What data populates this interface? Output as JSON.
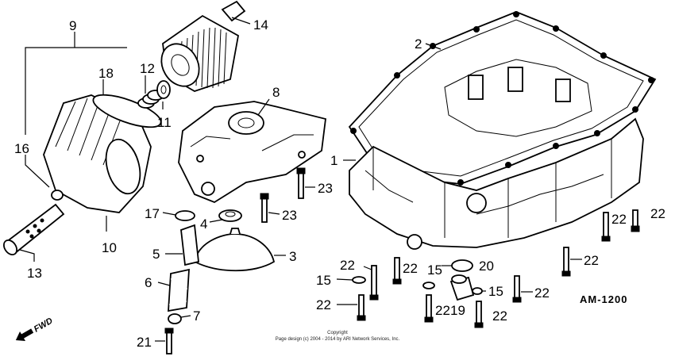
{
  "diagram": {
    "code": "AM-1200",
    "copyright": [
      "Copyright",
      "Page design (c) 2004 - 2014 by ARI Network Services, Inc."
    ],
    "fwd_label": "FWD",
    "callouts": {
      "c1": "1",
      "c2": "2",
      "c3": "3",
      "c4": "4",
      "c5": "5",
      "c6": "6",
      "c7": "7",
      "c8": "8",
      "c9": "9",
      "c10": "10",
      "c11": "11",
      "c12": "12",
      "c13": "13",
      "c14": "14",
      "c15a": "15",
      "c15b": "15",
      "c15c": "15",
      "c16": "16",
      "c17": "17",
      "c18": "18",
      "c19": "19",
      "c20": "20",
      "c21": "21",
      "c22a": "22",
      "c22b": "22",
      "c22c": "22",
      "c22d": "22",
      "c22e": "22",
      "c22f": "22",
      "c22g": "22",
      "c22h": "22",
      "c22i": "22",
      "c23a": "23",
      "c23b": "23"
    }
  }
}
